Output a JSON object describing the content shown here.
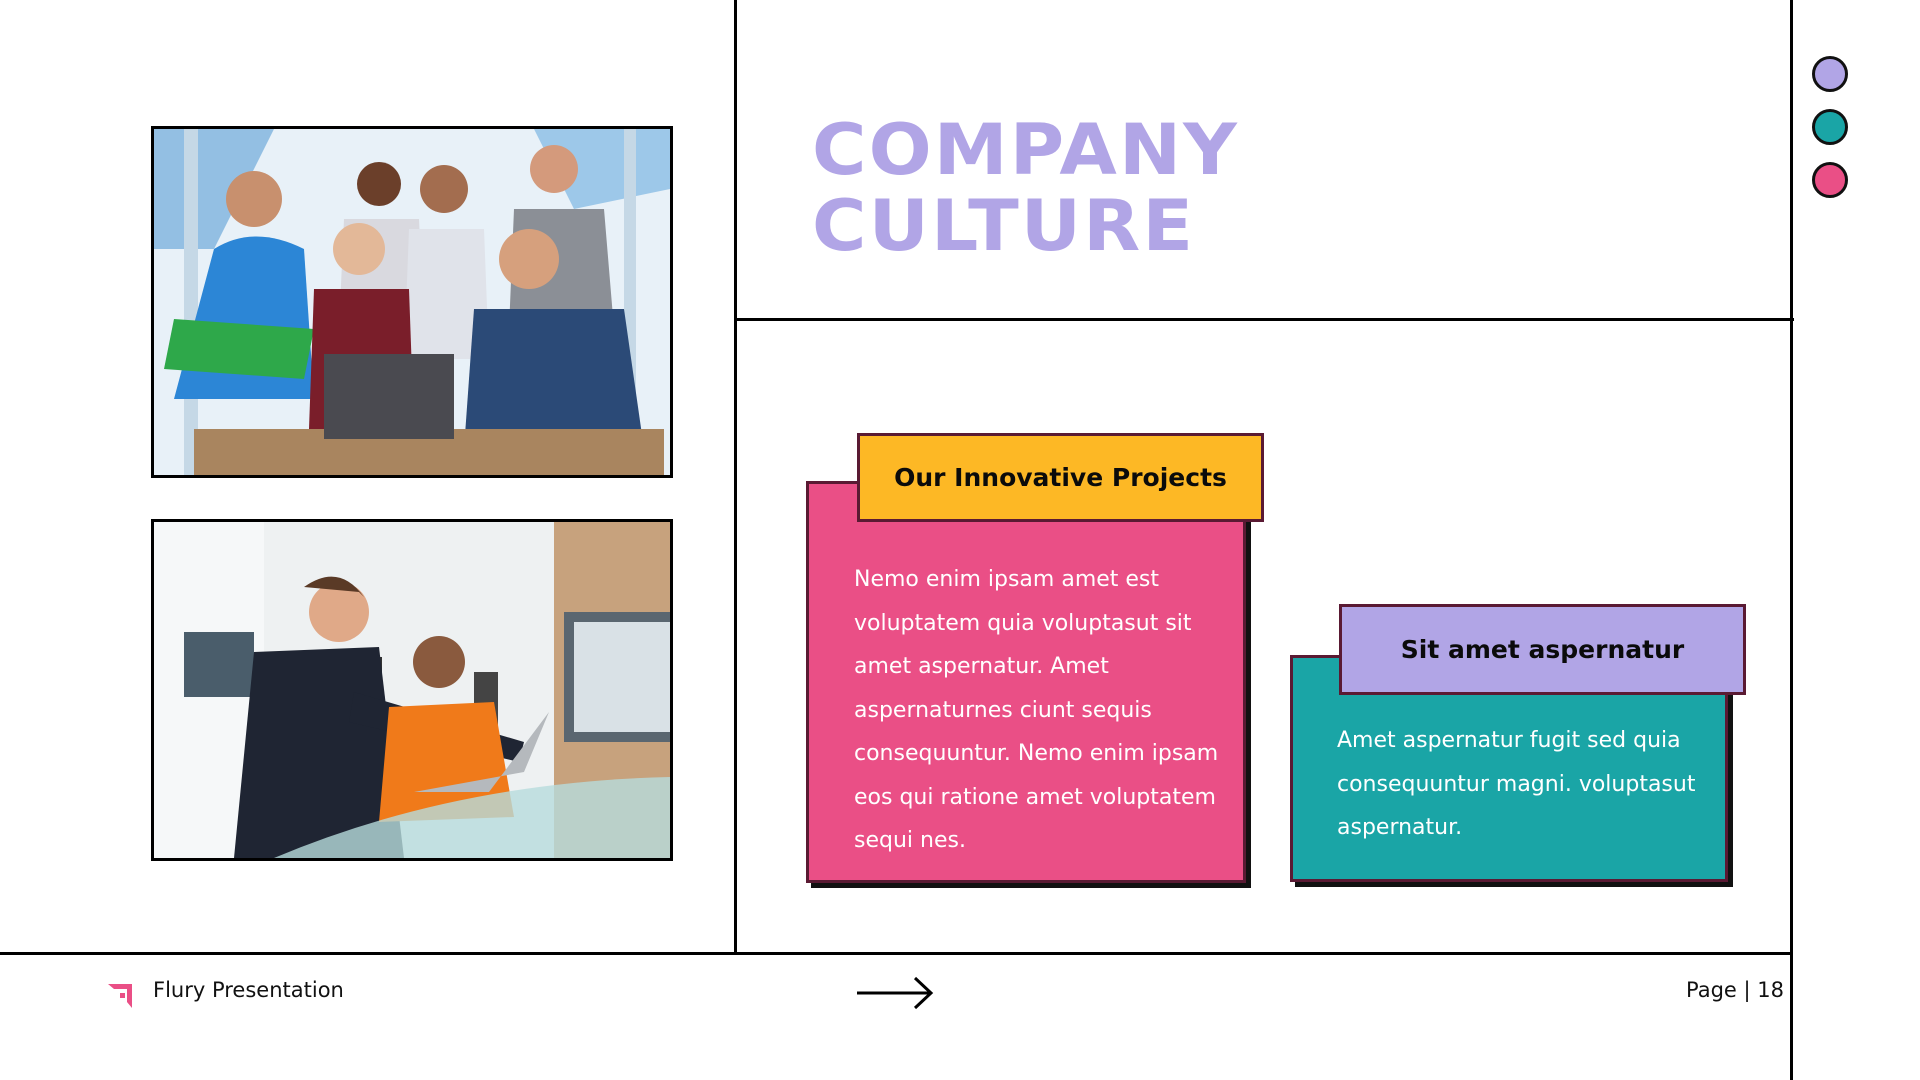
{
  "slide": {
    "title_lines": [
      "COMPANY",
      "CULTURE"
    ],
    "colors": {
      "lavender": "#b1a5e6",
      "teal": "#1aa5a6",
      "pink": "#ea4f86",
      "yellow": "#fdb825",
      "border": "#5a1a33"
    }
  },
  "indicators": [
    {
      "name": "lavender-dot",
      "color": "#b1a5e6"
    },
    {
      "name": "teal-dot",
      "color": "#1aa5a6"
    },
    {
      "name": "pink-dot",
      "color": "#ea4f86"
    }
  ],
  "photos": [
    {
      "description": "team-celebrating-around-laptop"
    },
    {
      "description": "two-men-discussing-at-laptop"
    }
  ],
  "cards": [
    {
      "heading": "Our Innovative Projects",
      "body": "Nemo enim ipsam amet est voluptatem quia voluptasut sit amet aspernatur. Amet aspernaturnes ciunt sequis consequuntur. Nemo enim ipsam eos qui ratione amet voluptatem sequi nes."
    },
    {
      "heading": "Sit amet aspernatur",
      "body": "Amet aspernatur fugit sed quia consequuntur magni. voluptasut aspernatur."
    }
  ],
  "footer": {
    "brand": "Flury Presentation",
    "next_icon": "arrow-right-icon",
    "page_label": "Page | 18"
  }
}
